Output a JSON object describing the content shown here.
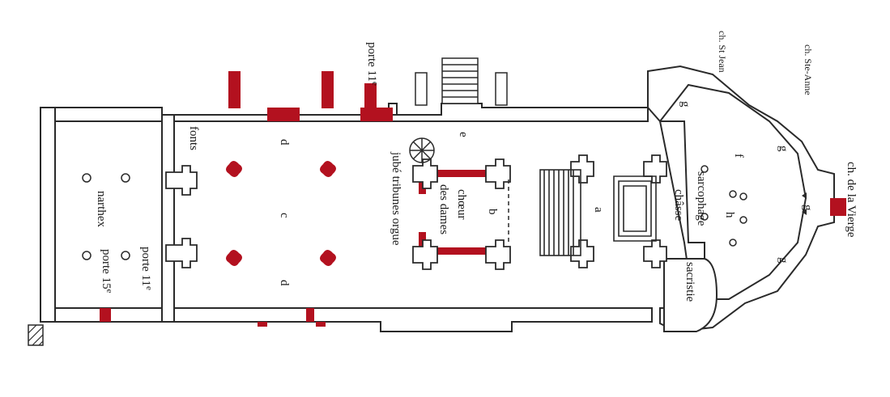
{
  "colors": {
    "ink": "#2a2a2a",
    "highlight": "#b3111f",
    "paper": "#ffffff"
  },
  "labels": {
    "narthex": "narthex",
    "porte_15": "porte 15",
    "porte_15_sup": "e",
    "porte_11_south": "porte 11",
    "porte_11_south_sup": "e",
    "fonts": "fonts",
    "c": "c",
    "d_top": "d",
    "d_bottom": "d",
    "porte_11_north": "porte 11",
    "porte_11_north_sup": "e",
    "e": "e",
    "jube": "jubé tribunes orgue",
    "choeur_line1": "chœur",
    "choeur_line2": "des dames",
    "b": "b",
    "a": "a",
    "f": "f",
    "g1": "g",
    "g2": "g",
    "g3": "g",
    "g4": "g",
    "h": "h",
    "sarcophage": "sarcophage",
    "chasse": "châsse",
    "sacristie": "sacristie",
    "ch_st_jean": "ch. St Jean",
    "ch_ste_anne": "ch. Ste-Anne",
    "ch_vierge": "ch. de la Vierge"
  }
}
